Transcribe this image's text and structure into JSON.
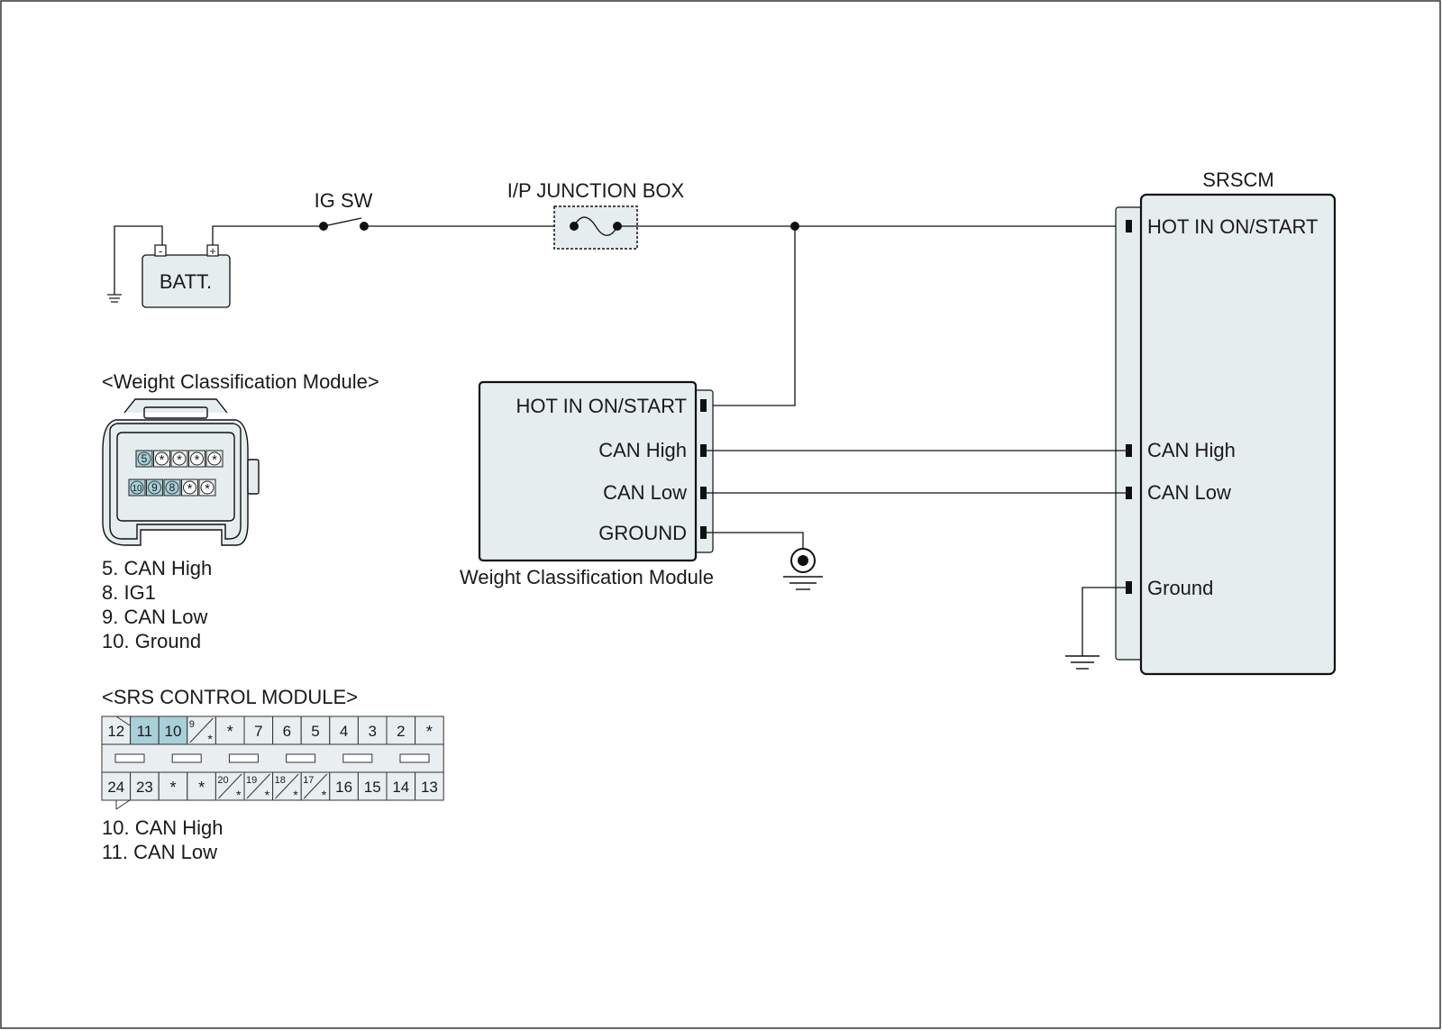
{
  "components": {
    "ig_sw": "IG SW",
    "junction_box": "I/P JUNCTION BOX",
    "battery": "BATT.",
    "battery_neg": "-",
    "battery_pos": "+",
    "srscm": "SRSCM",
    "wcm_caption": "Weight Classification Module"
  },
  "srscm_pins": {
    "hot": "HOT IN ON/START",
    "can_high": "CAN High",
    "can_low": "CAN Low",
    "ground": "Ground"
  },
  "wcm_pins": {
    "hot": "HOT IN ON/START",
    "can_high": "CAN High",
    "can_low": "CAN Low",
    "ground": "GROUND"
  },
  "wcm_connector": {
    "title": "<Weight Classification Module>",
    "row1": [
      "5",
      "*",
      "*",
      "*",
      "*"
    ],
    "row2": [
      "10",
      "9",
      "8",
      "*",
      "*"
    ],
    "highlighted": [
      "5",
      "10",
      "9",
      "8"
    ],
    "legend": [
      "5. CAN High",
      "8. IG1",
      "9. CAN Low",
      "10. Ground"
    ]
  },
  "srs_connector": {
    "title": "<SRS CONTROL MODULE>",
    "top_row": [
      "12",
      "11",
      "10",
      "9/*",
      "*",
      "7",
      "6",
      "5",
      "4",
      "3",
      "2",
      "*"
    ],
    "bottom_row": [
      "24",
      "23",
      "*",
      "*",
      "20/*",
      "19/*",
      "18/*",
      "17/*",
      "16",
      "15",
      "14",
      "13"
    ],
    "highlighted": [
      "11",
      "10"
    ],
    "legend": [
      "10. CAN High",
      "11. CAN Low"
    ]
  },
  "colors": {
    "module_fill": "#e6edee",
    "pin_highlight": "#a9cfd8",
    "line": "#111111"
  }
}
